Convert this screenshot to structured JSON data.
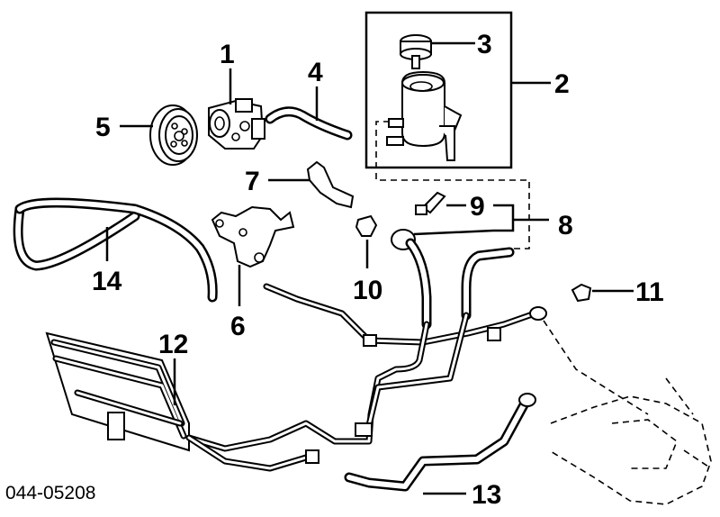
{
  "diagram_code": "044-05208",
  "callouts": [
    "1",
    "2",
    "3",
    "4",
    "5",
    "6",
    "7",
    "8",
    "9",
    "10",
    "11",
    "12",
    "13",
    "14"
  ]
}
